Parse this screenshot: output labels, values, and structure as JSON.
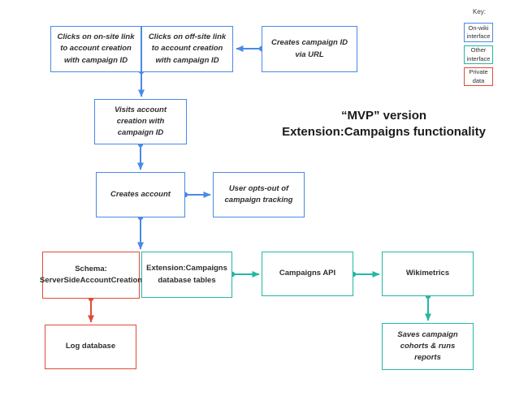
{
  "title": {
    "line1": "“MVP” version",
    "line2": "Extension:Campaigns functionality"
  },
  "key": {
    "label": "Key:",
    "items": [
      {
        "id": "on-wiki",
        "label": "On-wiki interface",
        "color": "#4a89e8"
      },
      {
        "id": "other",
        "label": "Other interface",
        "color": "#25b7a3"
      },
      {
        "id": "private",
        "label": "Private data",
        "color": "#e04b37"
      }
    ]
  },
  "nodes": {
    "onsite": {
      "label": "Clicks on on-site link to account creation with campaign ID",
      "category": "on-wiki"
    },
    "offsite": {
      "label": "Clicks on off-site link to account creation with campaign ID",
      "category": "on-wiki"
    },
    "createsid": {
      "label": "Creates campaign ID via URL",
      "category": "on-wiki"
    },
    "visits": {
      "label": "Visits account creation with campaign ID",
      "category": "on-wiki"
    },
    "createsacct": {
      "label": "Creates account",
      "category": "on-wiki"
    },
    "optsout": {
      "label": "User opts-out of campaign tracking",
      "category": "on-wiki"
    },
    "schema": {
      "label": "Schema: ServerSideAccountCreation",
      "category": "private"
    },
    "exttables": {
      "label": "Extension:Campaigns database tables",
      "category": "other"
    },
    "api": {
      "label": "Campaigns API",
      "category": "other"
    },
    "wikimetrics": {
      "label": "Wikimetrics",
      "category": "other"
    },
    "logdb": {
      "label": "Log database",
      "category": "private"
    },
    "savescohorts": {
      "label": "Saves campaign cohorts & runs reports",
      "category": "other"
    }
  },
  "edges": [
    {
      "from": "createsid",
      "to": "offsite",
      "color": "blue"
    },
    {
      "from": "onsite+offsite",
      "to": "visits",
      "color": "blue"
    },
    {
      "from": "visits",
      "to": "createsacct",
      "color": "blue"
    },
    {
      "from": "createsacct",
      "to": "optsout",
      "color": "blue"
    },
    {
      "from": "createsacct",
      "to": "schema+exttables",
      "color": "blue"
    },
    {
      "from": "schema",
      "to": "logdb",
      "color": "red"
    },
    {
      "from": "exttables",
      "to": "api",
      "color": "green"
    },
    {
      "from": "api",
      "to": "wikimetrics",
      "color": "green"
    },
    {
      "from": "wikimetrics",
      "to": "savescohorts",
      "color": "green"
    }
  ],
  "colors": {
    "blue": "#4a89e8",
    "green": "#25b7a3",
    "red": "#e04b37",
    "text": "#2e2e2e"
  }
}
